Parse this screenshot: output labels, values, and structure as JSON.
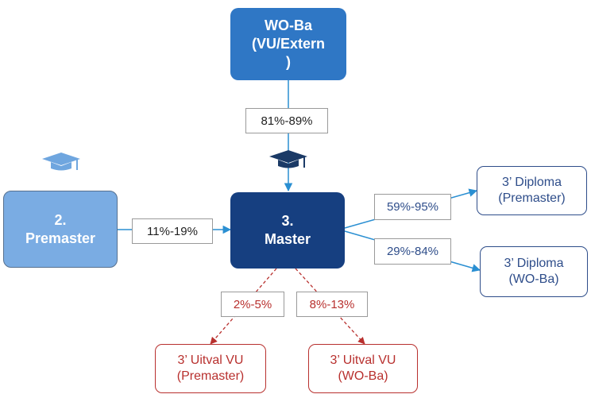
{
  "colors": {
    "wo_ba": "#2f77c5",
    "premaster": "#7aace3",
    "master": "#163f80",
    "blue_line": "#2a8fd2",
    "navy_text": "#2e4d8a",
    "red": "#b8302e",
    "cap_light": "#6fa6df",
    "cap_dark": "#1b3a66"
  },
  "nodes": {
    "wo_ba": "WO-Ba\n(VU/Extern\n)",
    "premaster": "2.\nPremaster",
    "master": "3.\nMaster",
    "diploma_premaster": "3’ Diploma\n(Premaster)",
    "diploma_woba": "3’ Diploma\n(WO-Ba)",
    "uitval_premaster": "3’ Uitval VU\n(Premaster)",
    "uitval_woba": "3’ Uitval VU\n(WO-Ba)"
  },
  "edges": {
    "woba_to_master": "81%-89%",
    "premaster_to_master": "11%-19%",
    "master_to_diploma_premaster": "59%-95%",
    "master_to_diploma_woba": "29%-84%",
    "master_to_uitval_premaster": "2%-5%",
    "master_to_uitval_woba": "8%-13%"
  },
  "icons": {
    "cap_left": "graduation-cap-icon",
    "cap_center": "graduation-cap-icon"
  }
}
